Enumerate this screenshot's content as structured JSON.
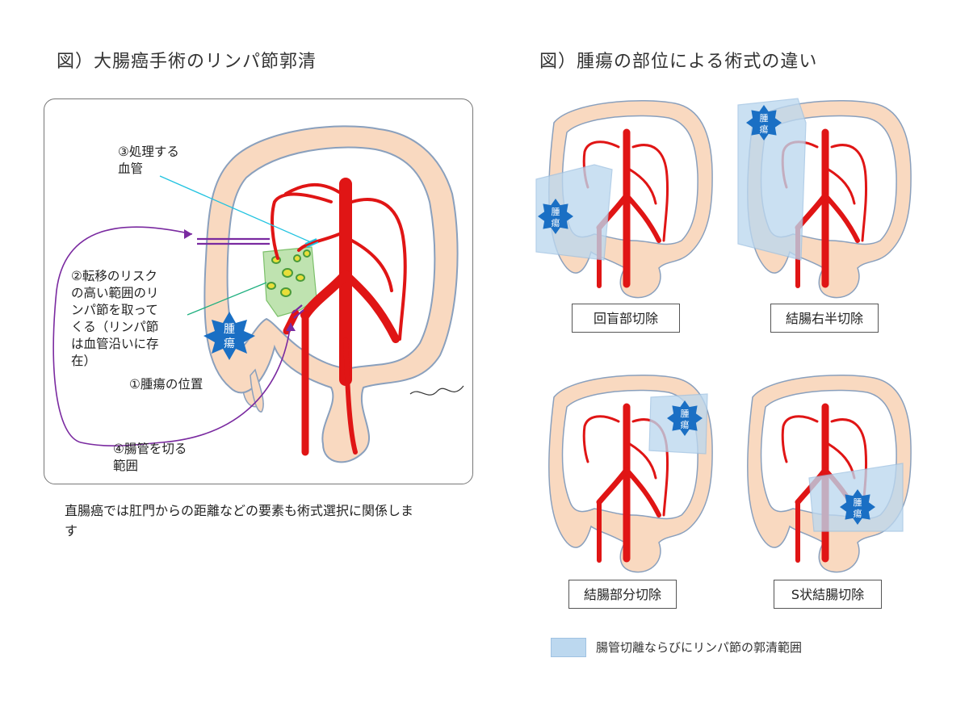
{
  "left_title": "図）大腸癌手術のリンパ節郭清",
  "right_title": "図）腫瘍の部位による術式の違い",
  "annotations": {
    "vessel": "③処理する\n血管",
    "lymph": "②転移のリスク\nの高い範囲のリ\nンパ節を取って\nくる（リンパ節\nは血管沿いに存\n在）",
    "tumor_pos": "①腫瘍の位置",
    "cut_range": "④腸管を切る\n範囲"
  },
  "tumor_label": [
    "腫",
    "瘍"
  ],
  "note": "直腸癌では肛門からの距離などの要素も術式選択に関係します",
  "procedures": [
    {
      "label": "回盲部切除"
    },
    {
      "label": "結腸右半切除"
    },
    {
      "label": "結腸部分切除"
    },
    {
      "label": "S状結腸切除"
    }
  ],
  "legend": "腸管切離ならびにリンパ節の郭清範囲",
  "colors": {
    "colon_fill": "#f9d9c0",
    "colon_edge": "#8aa0bd",
    "artery": "#e01515",
    "tumor": "#1a6fc4",
    "region": "#bcd8ef",
    "lymph_area": "#bfe3b0",
    "purple": "#7a2aa0",
    "cyan": "#22c3e0"
  }
}
